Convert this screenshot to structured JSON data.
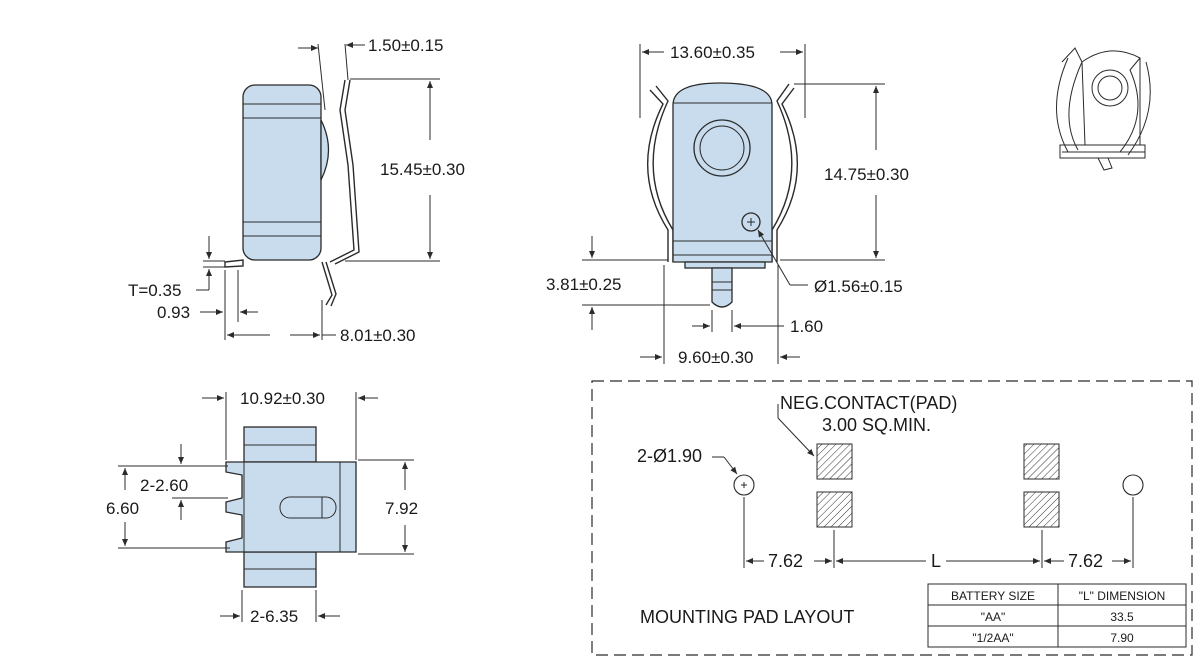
{
  "dims": {
    "d1": "1.50±0.15",
    "d2": "15.45±0.30",
    "d3": "T=0.35",
    "d4": "0.93",
    "d5": "8.01±0.30",
    "d6": "13.60±0.35",
    "d7": "14.75±0.30",
    "d8": "3.81±0.25",
    "d9": "Ø1.56±0.15",
    "d10": "1.60",
    "d11": "9.60±0.30",
    "d12": "10.92±0.30",
    "d13": "2-2.60",
    "d14": "6.60",
    "d15": "7.92",
    "d16": "2-6.35"
  },
  "pad_layout": {
    "title": "MOUNTING PAD LAYOUT",
    "neg_contact_line1": "NEG.CONTACT(PAD)",
    "neg_contact_line2": "3.00 SQ.MIN.",
    "hole_dim": "2-Ø1.90",
    "left_spacing": "7.62",
    "mid_spacing": "L",
    "right_spacing": "7.62"
  },
  "table": {
    "headers": [
      "BATTERY SIZE",
      "\"L\" DIMENSION"
    ],
    "rows": [
      [
        "\"AA\"",
        "33.5"
      ],
      [
        "\"1/2AA\"",
        "7.90"
      ]
    ]
  },
  "colors": {
    "part_fill": "#c9dced",
    "line": "#2b2b2b"
  }
}
